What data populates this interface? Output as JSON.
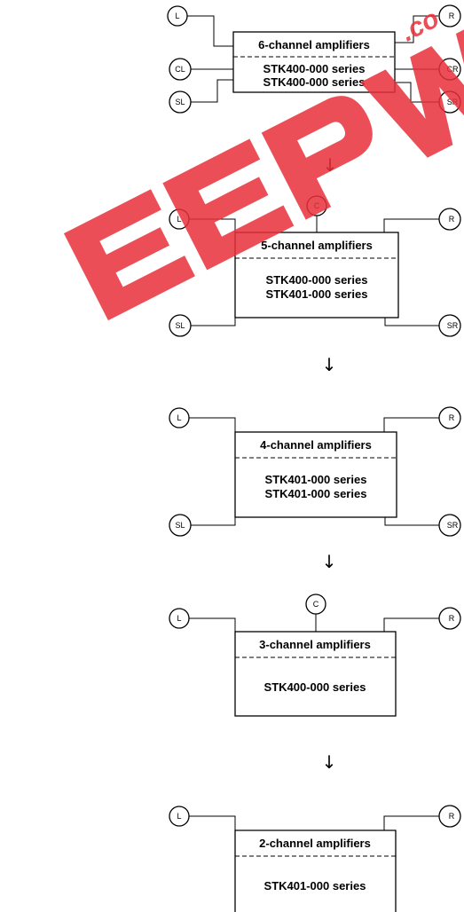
{
  "stages": [
    {
      "title": "6-channel amplifiers",
      "series": [
        "STK400-000 series",
        "STK400-000 series"
      ],
      "nodes": [
        "L",
        "CL",
        "SL",
        "R",
        "CR",
        "SR"
      ]
    },
    {
      "title": "5-channel amplifiers",
      "series": [
        "STK400-000 series",
        "STK401-000 series"
      ],
      "nodes": [
        "L",
        "C",
        "SL",
        "R",
        "SR"
      ]
    },
    {
      "title": "4-channel amplifiers",
      "series": [
        "STK401-000 series",
        "STK401-000 series"
      ],
      "nodes": [
        "L",
        "SL",
        "R",
        "SR"
      ]
    },
    {
      "title": "3-channel amplifiers",
      "series": [
        "STK400-000 series"
      ],
      "nodes": [
        "L",
        "C",
        "R"
      ]
    },
    {
      "title": "2-channel amplifiers",
      "series": [
        "STK401-000 series"
      ],
      "nodes": [
        "L",
        "R"
      ]
    }
  ],
  "arrow_glyph": "↓",
  "watermark": {
    "text": "EEPW",
    "suffix": ".co",
    "color": "#e8303a"
  }
}
